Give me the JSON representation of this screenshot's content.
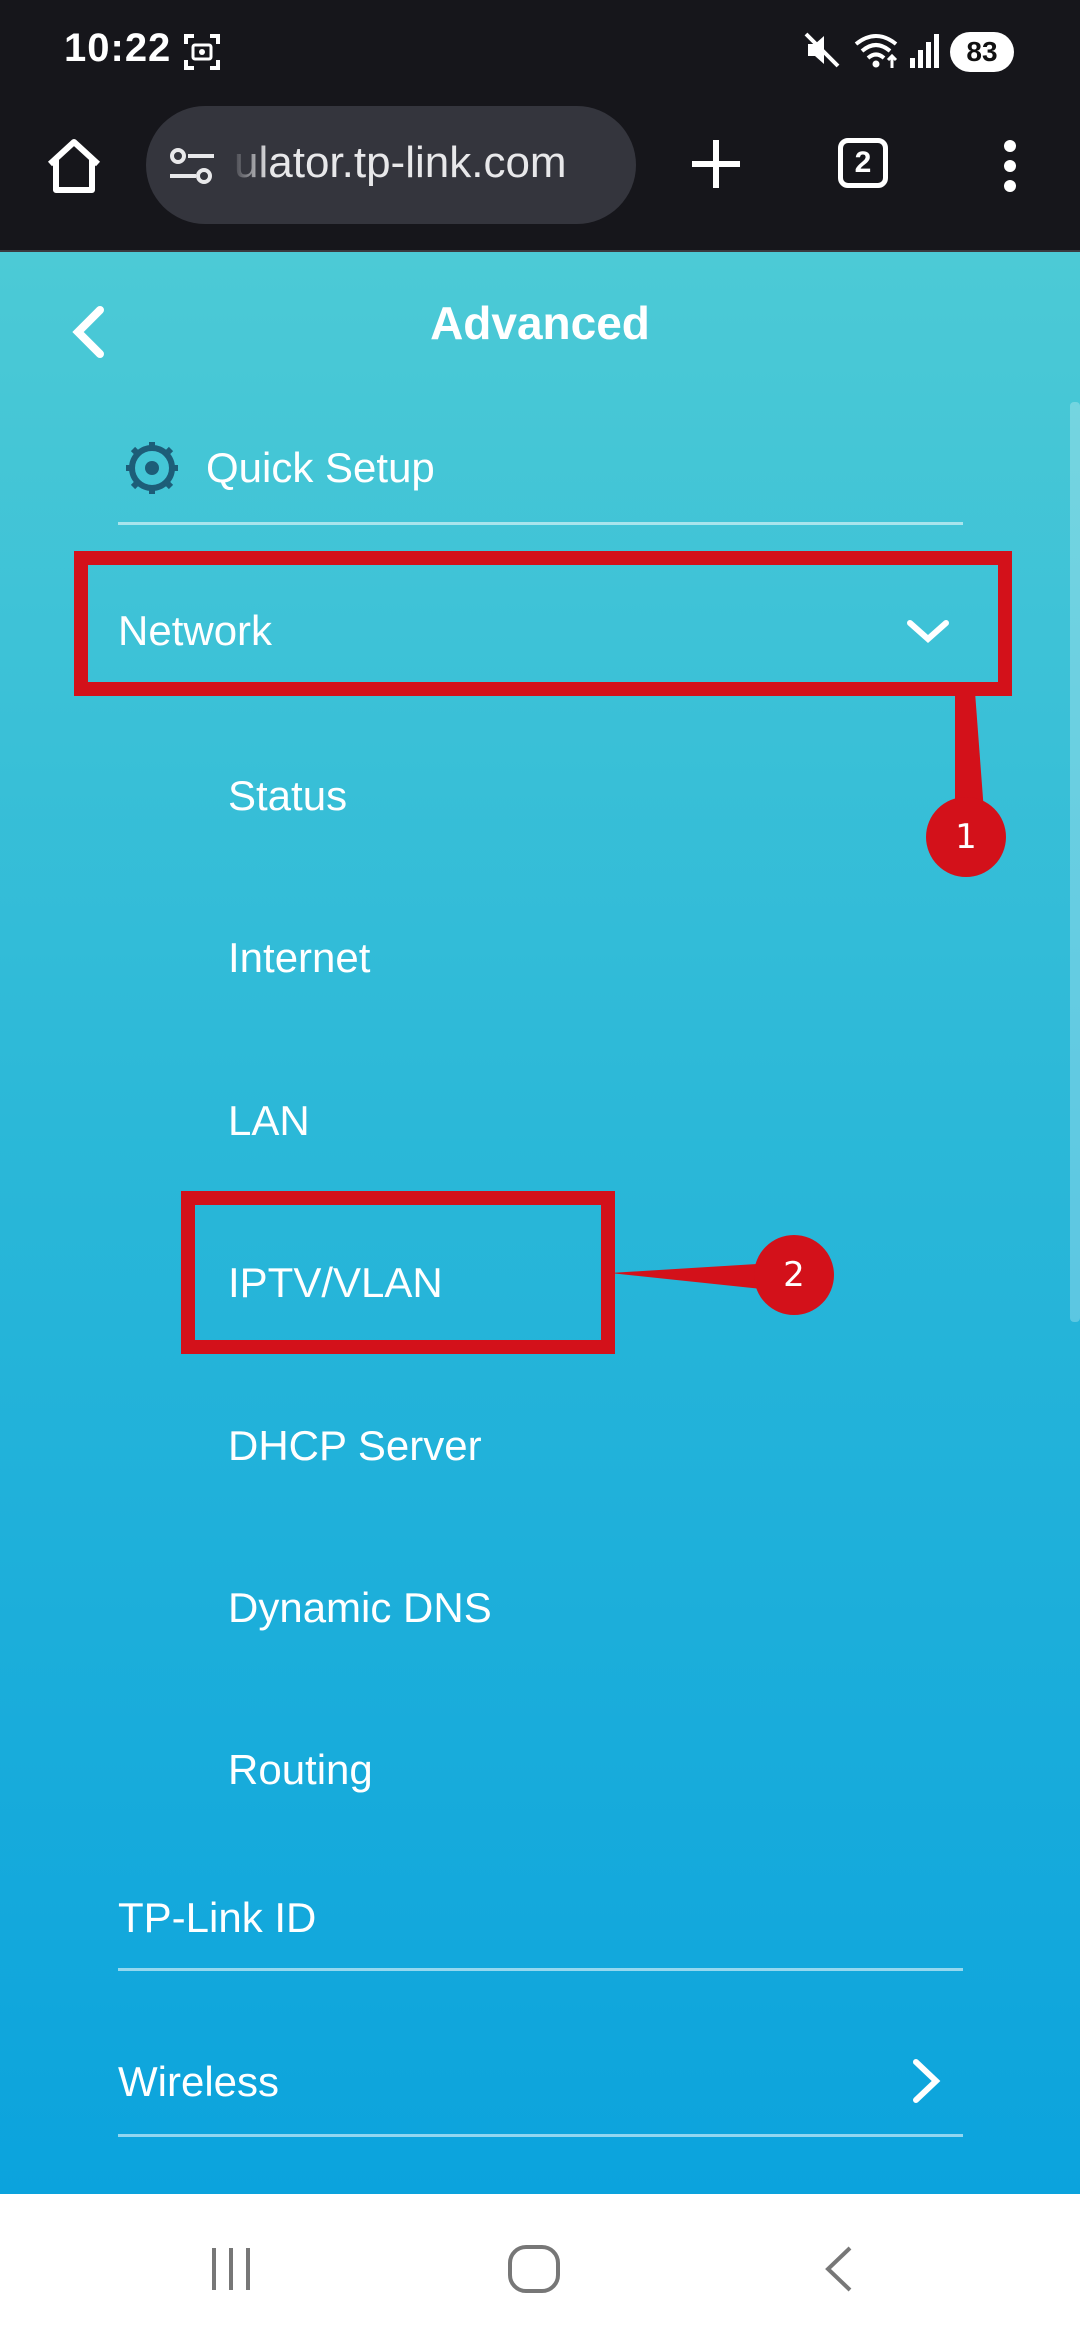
{
  "status_bar": {
    "time": "10:22",
    "battery": "83",
    "icons": [
      "screenshot-icon",
      "mute-icon",
      "wifi-icon",
      "signal-icon"
    ]
  },
  "browser": {
    "url": "ulator.tp-link.com",
    "tab_count": "2",
    "icons": [
      "home-icon",
      "site-settings-icon",
      "plus-icon",
      "more-vert-icon"
    ]
  },
  "page": {
    "title": "Advanced",
    "quick_setup": "Quick Setup",
    "network": {
      "label": "Network",
      "expanded": true,
      "items": [
        "Status",
        "Internet",
        "LAN",
        "IPTV/VLAN",
        "DHCP Server",
        "Dynamic DNS",
        "Routing"
      ]
    },
    "tplink_id": "TP-Link ID",
    "wireless": "Wireless"
  },
  "annotations": [
    {
      "label": "1",
      "target": "Network"
    },
    {
      "label": "2",
      "target": "IPTV/VLAN"
    }
  ],
  "colors": {
    "annotation": "#d3111a",
    "page_gradient_top": "#4ccad6",
    "page_gradient_bottom": "#0ba3dd",
    "chrome_dark": "#16161b"
  }
}
